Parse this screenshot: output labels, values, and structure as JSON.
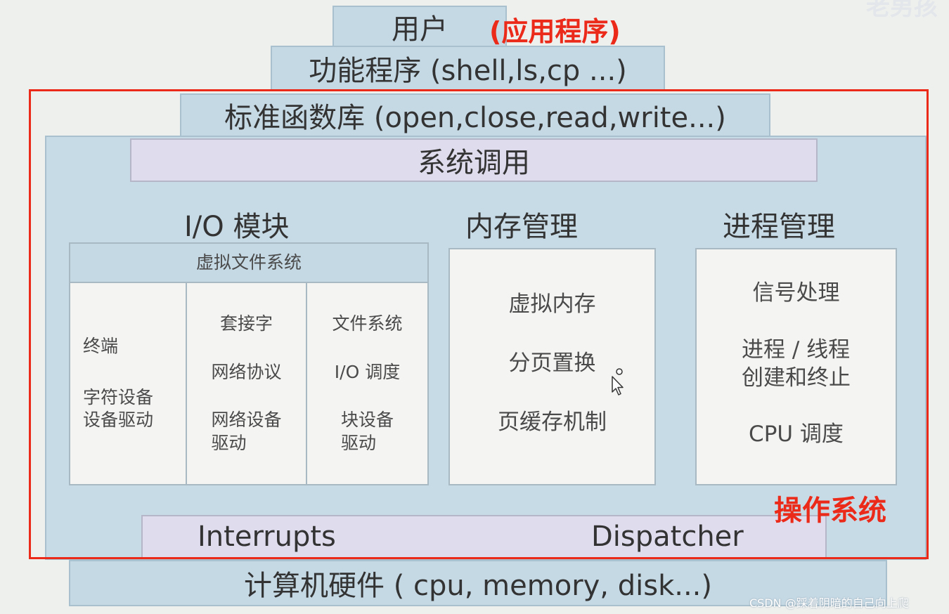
{
  "layers": {
    "user": "用户",
    "user_tag": "(应用程序)",
    "utilities": "功能程序 (shell,ls,cp ...)",
    "stdlib": "标准函数库 (open,close,read,write...)",
    "syscall": "系统调用",
    "hardware": "计算机硬件 ( cpu, memory, disk...)"
  },
  "io": {
    "title": "I/O 模块",
    "vfs": "虚拟文件系统",
    "col1": [
      "终端",
      "字符设备\n设备驱动"
    ],
    "col2": [
      "套接字",
      "网络协议",
      "网络设备\n驱动"
    ],
    "col3": [
      "文件系统",
      "I/O 调度",
      "块设备\n驱动"
    ]
  },
  "memory": {
    "title": "内存管理",
    "items": [
      "虚拟内存",
      "分页置换",
      "页缓存机制"
    ]
  },
  "process": {
    "title": "进程管理",
    "items": [
      "信号处理",
      "进程 / 线程\n创建和终止",
      "CPU 调度"
    ]
  },
  "bottom_bar": {
    "interrupts": "Interrupts",
    "dispatcher": "Dispatcher"
  },
  "os_label": "操作系统",
  "watermark": "CSDN @踩着阴暗的自己向上爬",
  "colors": {
    "highlight_red": "#ec2a1a",
    "layer_blue": "#c5d9e5",
    "layer_lavender": "#dfdced"
  }
}
